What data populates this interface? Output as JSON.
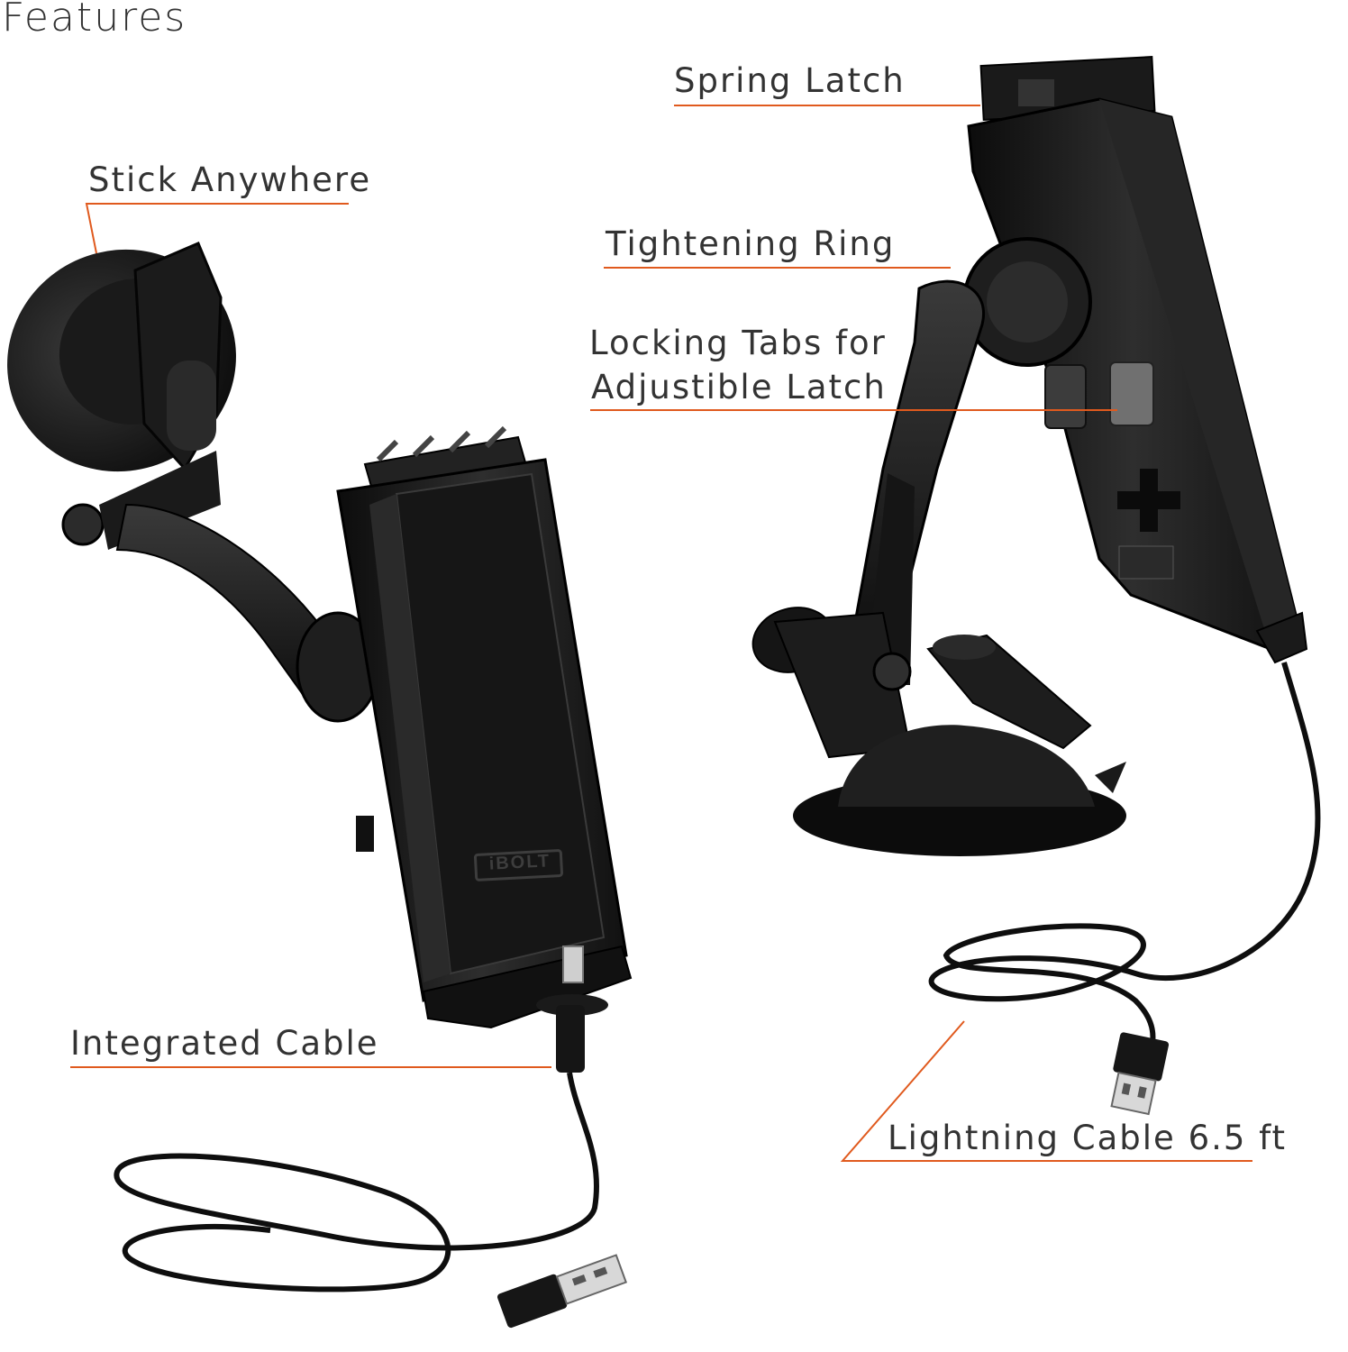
{
  "page": {
    "title": "Features",
    "accent_color": "#e05a1e",
    "text_color": "#333333"
  },
  "callouts": {
    "stick_anywhere": "Stick Anywhere",
    "spring_latch": "Spring Latch",
    "tightening_ring": "Tightening Ring",
    "locking_tabs_line1": "Locking Tabs for",
    "locking_tabs_line2": "Adjustible Latch",
    "integrated_cable": "Integrated Cable",
    "lightning_cable": "Lightning Cable 6.5 ft"
  },
  "product": {
    "logo_text": "iBOLT"
  }
}
